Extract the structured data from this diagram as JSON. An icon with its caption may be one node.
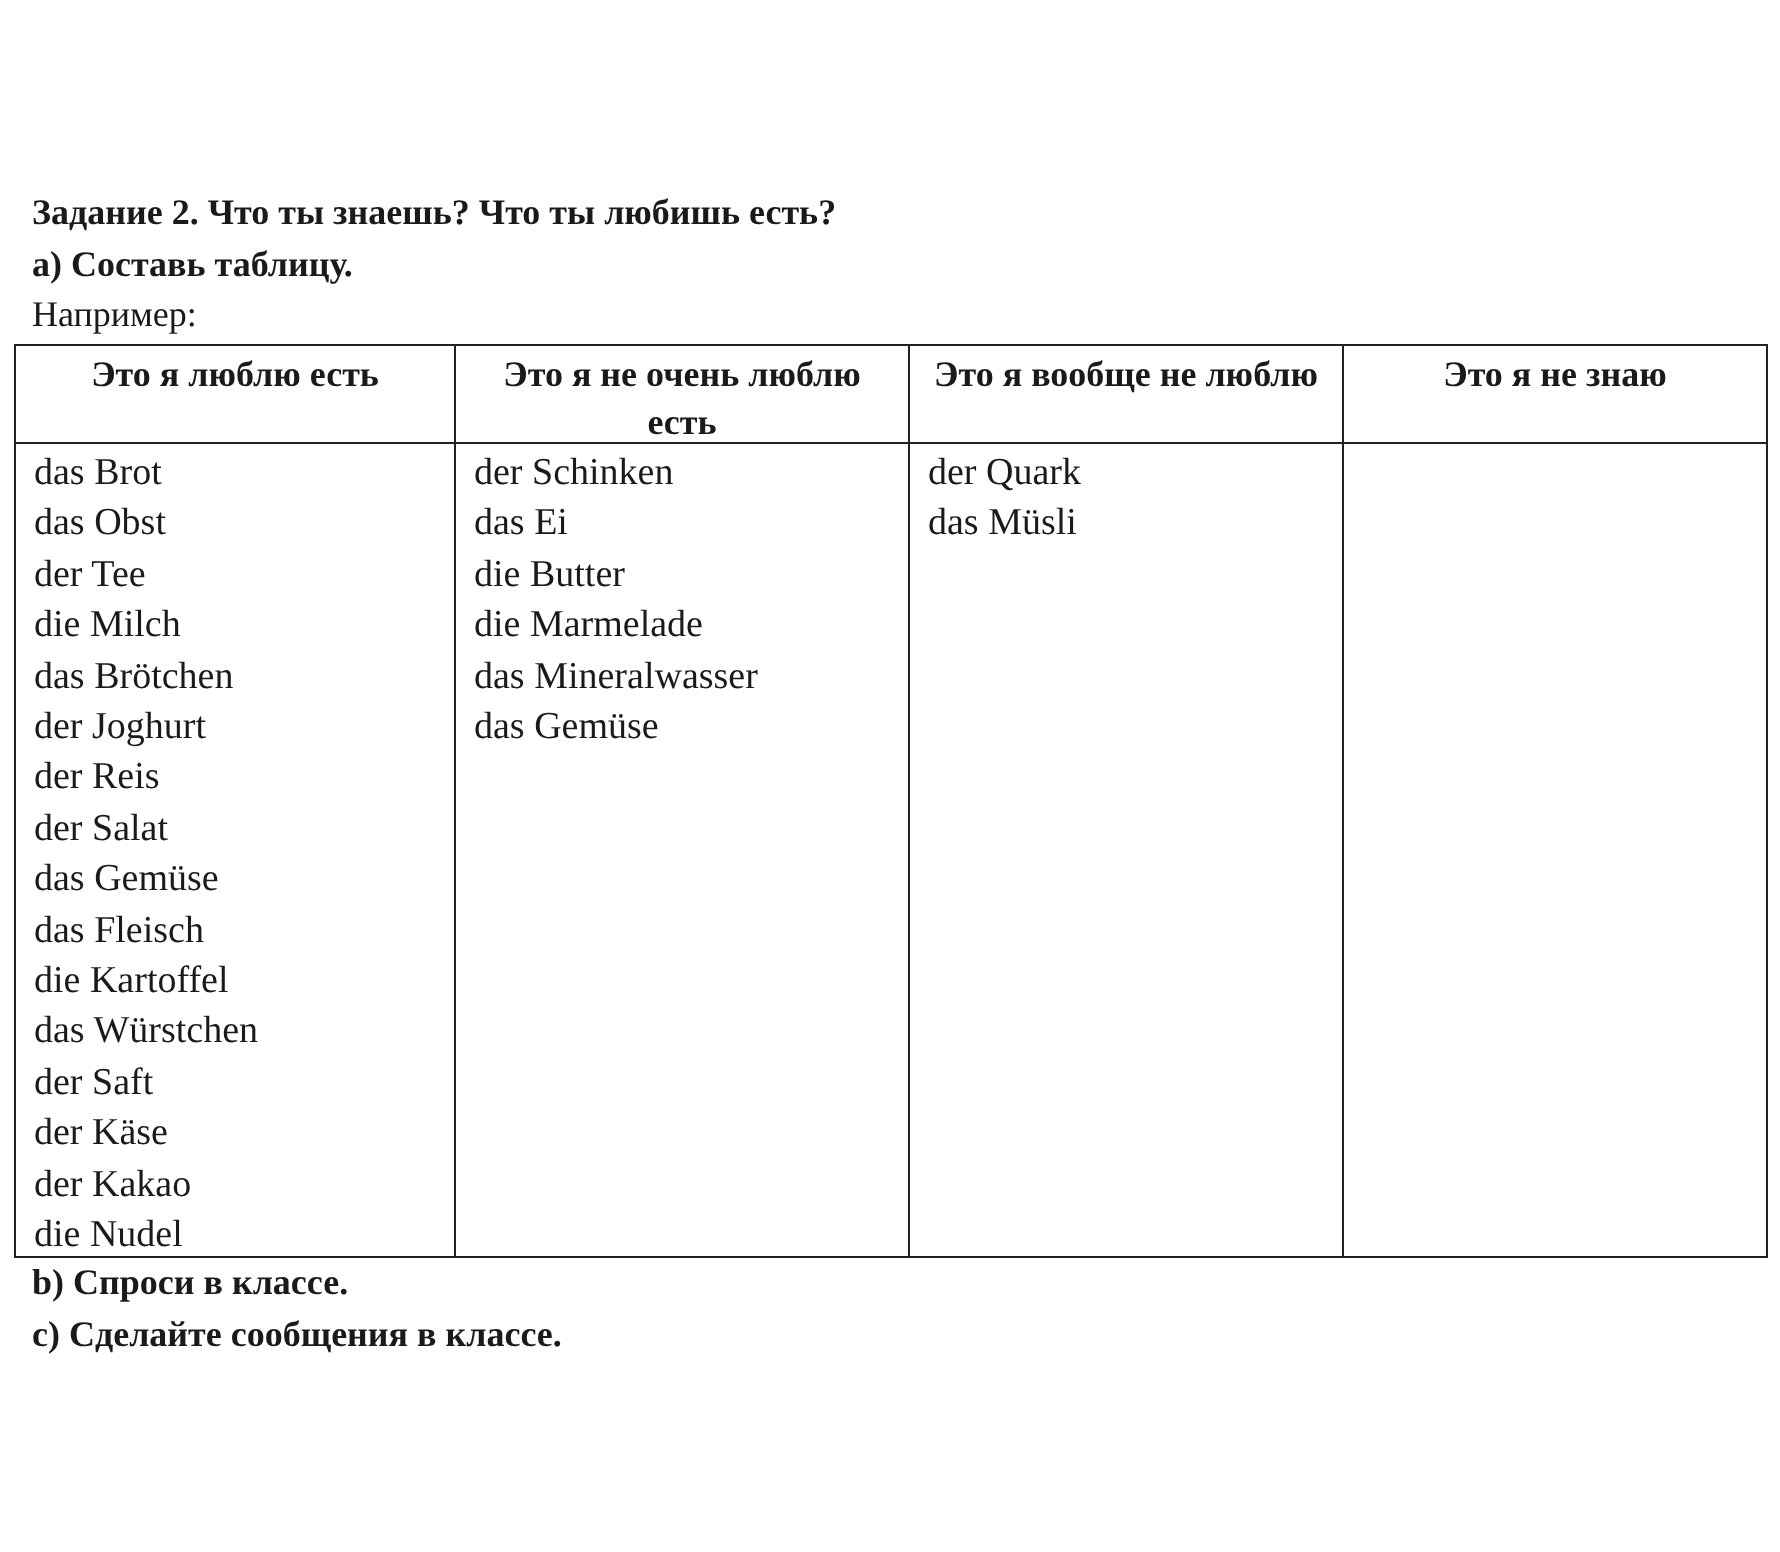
{
  "diagram": {
    "title": "Задание 2. Что ты знаешь? Что ты любишь есть?",
    "nodes": [
      {
        "text": [
          "Это я люблю есть"
        ]
      },
      {
        "text": [
          "Это я не очень люблю есть"
        ]
      },
      {
        "text": [
          "Это я вообще не люблю"
        ]
      },
      {
        "text": [
          "Это я не знаю"
        ]
      },
      {
        "text": [
          "das Brot",
          "das Obst",
          "der Tee",
          "die Milch",
          "das Brötchen",
          "der Joghurt",
          "der Reis",
          "der Salat",
          "das Gemüse",
          "das Fleisch",
          "die Kartoffel",
          "das Würstchen",
          "der Saft",
          "der Käse",
          "der Kakao",
          "die Nudel"
        ]
      },
      {
        "text": [
          "der Schinken",
          "das Ei",
          "die Butter",
          "die Marmelade",
          "das Mineralwasser",
          "das Gemüse"
        ]
      },
      {
        "text": [
          "der Quark",
          "das Müsli"
        ]
      },
      {
        "text": [],
        "shape": "box"
      }
    ],
    "labels": [
      "a) Составь таблицу.",
      "Например:",
      "b) Спроси в классе.",
      "c) Сделайте сообщения в классе."
    ]
  }
}
